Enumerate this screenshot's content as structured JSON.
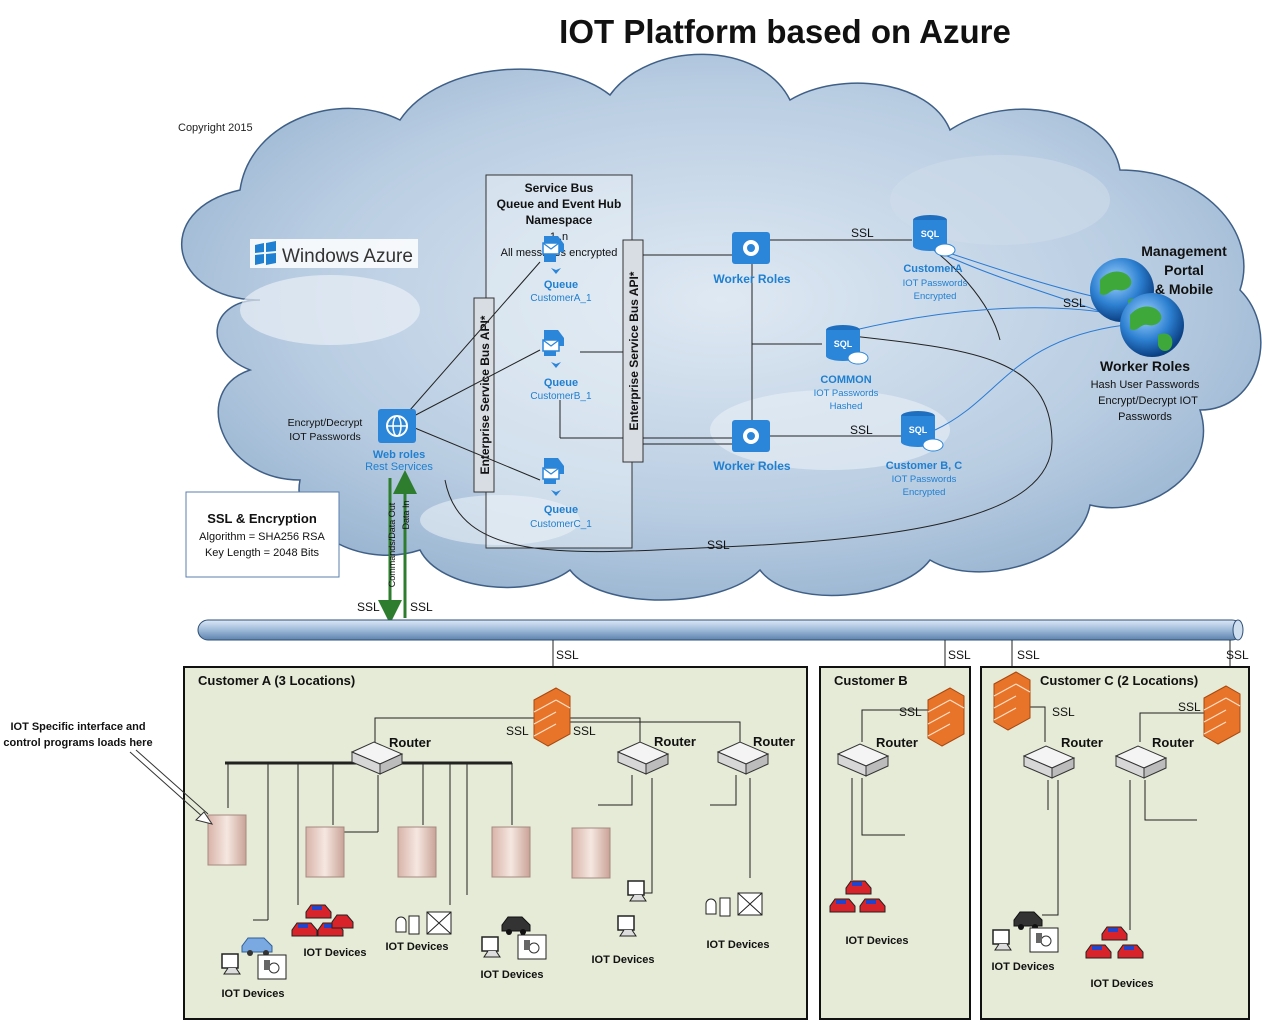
{
  "title": "IOT Platform based on Azure",
  "copyright": "Copyright 2015",
  "brand": {
    "logo_text": "Windows Azure"
  },
  "service_bus": {
    "title_lines": [
      "Service Bus",
      "Queue and Event Hub",
      "Namespace"
    ],
    "note_count": "1..n",
    "note_encrypted": "All messages encrypted"
  },
  "esb_label": "Enterprise Service Bus API*",
  "queues": [
    {
      "title": "Queue",
      "sub": "CustomerA_1"
    },
    {
      "title": "Queue",
      "sub": "CustomerB_1"
    },
    {
      "title": "Queue",
      "sub": "CustomerC_1"
    }
  ],
  "worker_roles_label": "Worker Roles",
  "databases": [
    {
      "name": "CustomerA",
      "line1": "IOT Passwords",
      "line2": "Encrypted"
    },
    {
      "name": "COMMON",
      "line1": "IOT Passwords",
      "line2": "Hashed"
    },
    {
      "name": "Customer B, C",
      "line1": "IOT Passwords",
      "line2": "Encrypted"
    }
  ],
  "management": {
    "title_lines": [
      "Management",
      "Portal",
      "& Mobile"
    ],
    "worker_title": "Worker Roles",
    "worker_lines": [
      "Hash User Passwords",
      "Encrypt/Decrypt IOT",
      "Passwords"
    ]
  },
  "web_roles": {
    "title": "Web roles",
    "sub": "Rest Services",
    "encrypt_lines": [
      "Encrypt/Decrypt",
      "IOT Passwords"
    ]
  },
  "commands_label": "Commands/Data Out",
  "data_in_label": "Data In",
  "ssl_box": {
    "title": "SSL & Encryption",
    "algorithm": "Algorithm = SHA256 RSA",
    "key_length": "Key Length = 2048 Bits"
  },
  "ssl_label": "SSL",
  "customers": {
    "a": "Customer A (3 Locations)",
    "b": "Customer B",
    "c": "Customer C (2 Locations)"
  },
  "router_label": "Router",
  "iot_devices_label": "IOT Devices",
  "side_note_lines": [
    "IOT Specific interface and",
    "control programs loads here"
  ],
  "colors": {
    "cloud": "#a8c2dc",
    "customer_bg": "#e5ebd6",
    "azure_blue": "#1f7fd0",
    "firewall": "#e8742a",
    "arrow_green": "#2e7d2e",
    "bus_pipe": "#8fb0d4"
  }
}
